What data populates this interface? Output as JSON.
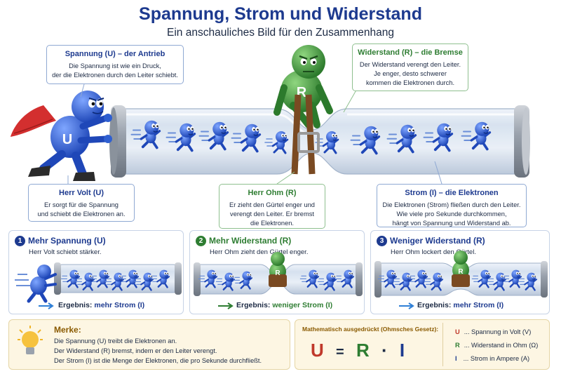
{
  "header": {
    "title": "Spannung, Strom und Widerstand",
    "subtitle": "Ein anschauliches Bild für den Zusammenhang"
  },
  "callouts": {
    "voltage": {
      "title": "Spannung (U) – der Antrieb",
      "text1": "Die Spannung ist wie ein Druck,",
      "text2": "der die Elektronen durch den Leiter schiebt."
    },
    "resistance": {
      "title": "Widerstand (R) – die Bremse",
      "text1": "Der Widerstand verengt den Leiter.",
      "text2": "Je enger, desto schwerer",
      "text3": "kommen die Elektronen durch."
    },
    "volt": {
      "title": "Herr Volt (U)",
      "text1": "Er sorgt für die Spannung",
      "text2": "und schiebt die Elektronen an."
    },
    "ohm": {
      "title": "Herr Ohm (R)",
      "text1": "Er zieht den Gürtel enger und",
      "text2": "verengt den Leiter. Er bremst",
      "text3": "die Elektronen."
    },
    "current": {
      "title": "Strom (I) – die Elektronen",
      "text1": "Die Elektronen (Strom) fließen durch den Leiter.",
      "text2": "Wie viele pro Sekunde durchkommen,",
      "text3": "hängt von Spannung und Widerstand ab."
    }
  },
  "characters": {
    "volt_letter": "U",
    "ohm_letter": "R"
  },
  "panels": [
    {
      "num": "1",
      "title": "Mehr Spannung (U)",
      "subtitle": "Herr Volt schiebt stärker.",
      "result_label": "Ergebnis:",
      "result_value": "mehr Strom (I)"
    },
    {
      "num": "2",
      "title": "Mehr Widerstand (R)",
      "subtitle": "Herr Ohm zieht den Gürtel enger.",
      "result_label": "Ergebnis:",
      "result_value": "weniger Strom (I)"
    },
    {
      "num": "3",
      "title": "Weniger Widerstand (R)",
      "subtitle": "Herr Ohm lockert den Gürtel.",
      "result_label": "Ergebnis:",
      "result_value": "mehr Strom (I)"
    }
  ],
  "merke": {
    "title": "Merke:",
    "line1": "Die Spannung (U) treibt die Elektronen an.",
    "line2": "Der Widerstand (R) bremst, indem er den Leiter verengt.",
    "line3": "Der Strom (I) ist die Menge der Elektronen, die pro Sekunde durchfließt."
  },
  "formula": {
    "heading": "Mathematisch ausgedrückt (Ohmsches Gesetz):",
    "u": "U",
    "eq": "=",
    "r": "R",
    "dot": "·",
    "i": "I"
  },
  "legend": [
    {
      "sym": "U",
      "text": "... Spannung in Volt (V)"
    },
    {
      "sym": "R",
      "text": "... Widerstand in Ohm (Ω)"
    },
    {
      "sym": "I",
      "text": "... Strom in Ampere (A)"
    }
  ],
  "colors": {
    "u": "#c0392b",
    "r": "#2e7d32",
    "i": "#1d3a8f",
    "blue": "#2f5fd0",
    "green": "#3f9a3a"
  }
}
